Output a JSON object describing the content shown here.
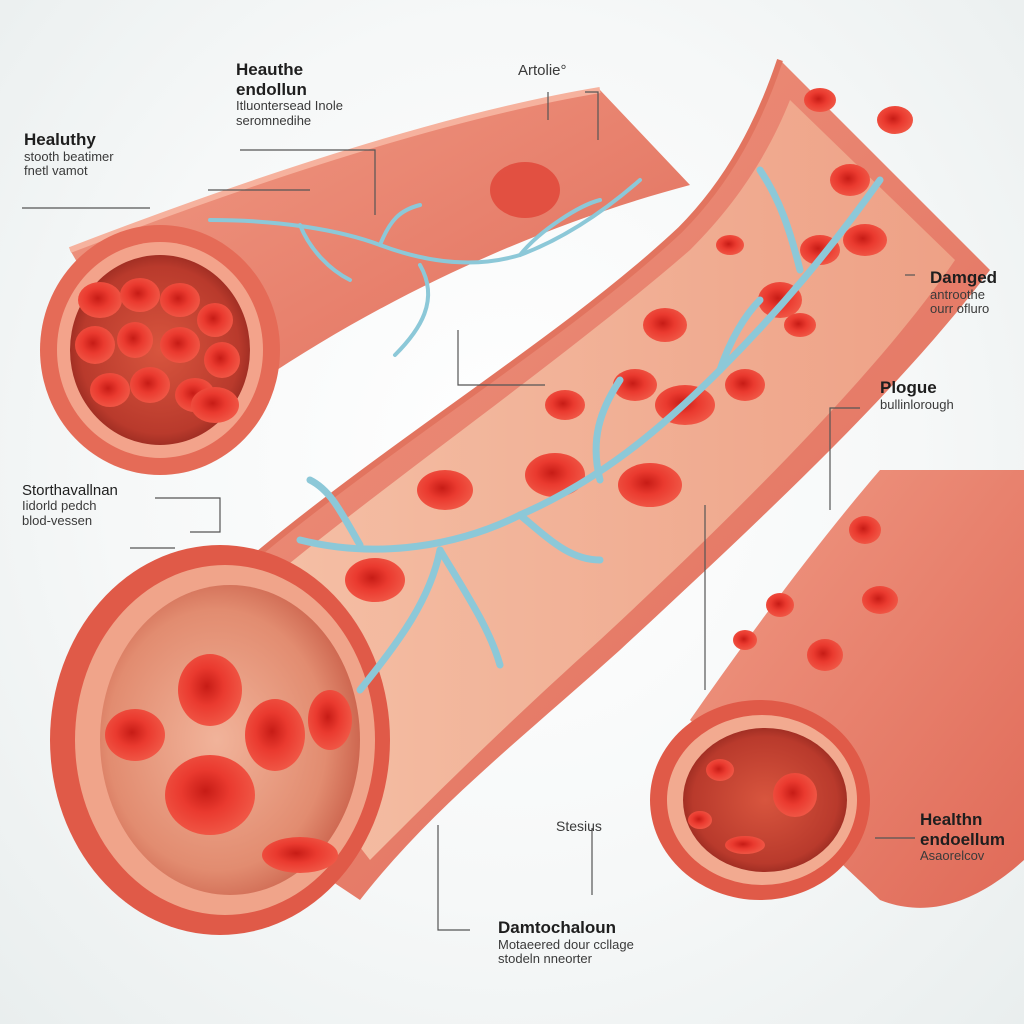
{
  "labels": {
    "top_left": {
      "title": "Healuthy",
      "lines": [
        "stooth beatimer",
        "fnetl vamot"
      ]
    },
    "top_center": {
      "title": "Heauthe",
      "title2": "endollun",
      "lines": [
        "Itluontersead Inole",
        "seromnedihe"
      ]
    },
    "top_artery": {
      "title": "Artolie°"
    },
    "right_damaged": {
      "title": "Damged",
      "lines": [
        "antroothe",
        "ourr ofluro"
      ]
    },
    "right_plaque": {
      "title": "Plogue",
      "lines": [
        "bullinlorough"
      ]
    },
    "left_middle": {
      "title": "Storthavallnan",
      "lines": [
        "Iidorld pedch",
        "blod-vessen"
      ]
    },
    "center_stenosis": {
      "title": "Stesius"
    },
    "right_health": {
      "title": "Healthn",
      "title2": "endoellum",
      "lines": [
        "Asaorelcov"
      ]
    },
    "bottom_center": {
      "title": "Damtochaloun",
      "lines": [
        "Motaeered dour ccllage",
        "stodeln nneorter"
      ]
    }
  },
  "colors": {
    "wall": "#e8816f",
    "wall_dark": "#c94a3c",
    "lumen": "#b8352c",
    "blood_cell": "#e8322a",
    "nerve": "#8cc8d8",
    "tissue": "#f3b7a0"
  }
}
